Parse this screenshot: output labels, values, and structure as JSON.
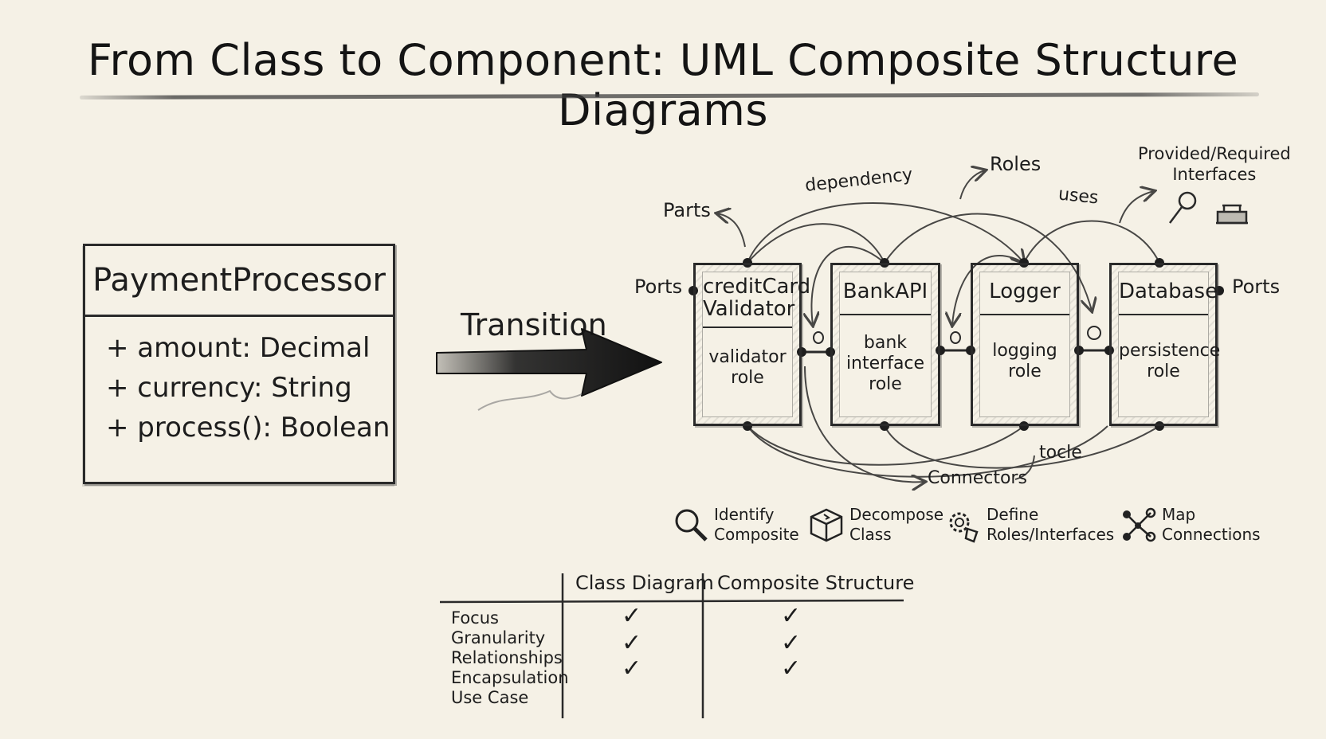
{
  "title": "From Class to Component: UML Composite Structure Diagrams",
  "class_box": {
    "name": "PaymentProcessor",
    "attributes": [
      "+ amount: Decimal",
      "+ currency: String",
      "+ process(): Boolean"
    ]
  },
  "transition_label": "Transition",
  "parts": [
    {
      "name": "creditCard\nValidator",
      "role": "validator\nrole"
    },
    {
      "name": "BankAPI",
      "role": "bank\ninterface\nrole"
    },
    {
      "name": "Logger",
      "role": "logging\nrole"
    },
    {
      "name": "Database",
      "role": "persistence\nrole"
    }
  ],
  "labels": {
    "parts": "Parts",
    "dependency": "dependency",
    "roles": "Roles",
    "uses": "uses",
    "interfaces": "Provided/Required\nInterfaces",
    "ports_left": "Ports",
    "ports_right": "Ports",
    "tocle": "tocle",
    "connectors": "Connectors"
  },
  "legend": [
    {
      "text": "Identify\nComposite",
      "icon": "magnifier-icon"
    },
    {
      "text": "Decompose\nClass",
      "icon": "cube-icon"
    },
    {
      "text": "Define\nRoles/Interfaces",
      "icon": "gears-icon"
    },
    {
      "text": "Map\nConnections",
      "icon": "network-icon"
    }
  ],
  "table": {
    "columns": [
      "Class Diagram",
      "Composite Structure"
    ],
    "rows": [
      "Focus",
      "Granularity",
      "Relationships",
      "Encapsulation",
      "Use Case"
    ],
    "check_glyph": "✓",
    "checks": [
      {
        "row": 0,
        "col": 0
      },
      {
        "row": 0,
        "col": 1
      },
      {
        "row": 1,
        "col": 0
      },
      {
        "row": 1,
        "col": 1
      },
      {
        "row": 2,
        "col": 0
      },
      {
        "row": 2,
        "col": 1
      }
    ]
  }
}
